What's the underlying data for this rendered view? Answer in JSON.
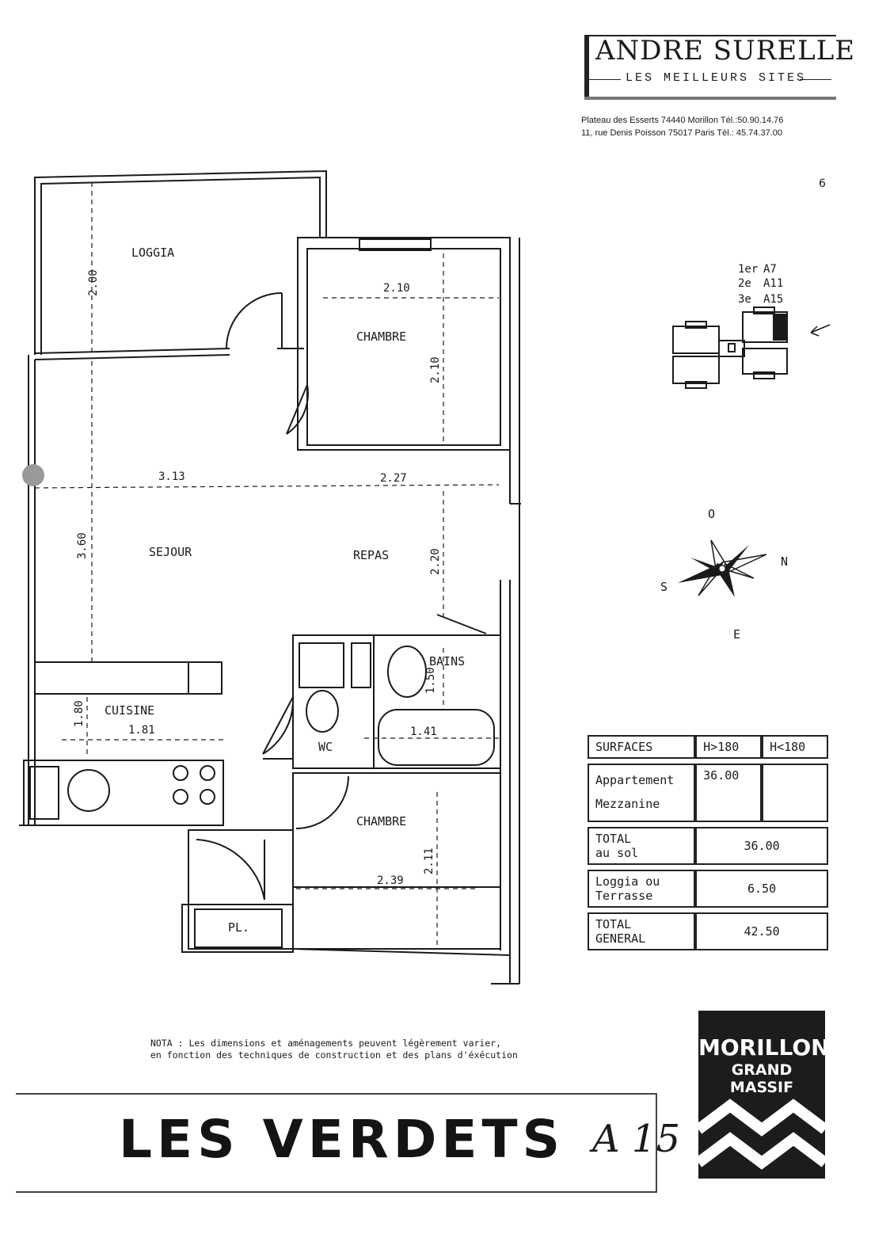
{
  "header": {
    "brand": "ANDRE SURELLE",
    "tagline": "LES MEILLEURS SITES",
    "address_1": "Plateau des Esserts 74440 Morillon Tél.:50.90.14.76",
    "address_2": "11, rue Denis Poisson 75017 Paris Tél.: 45.74.37.00",
    "page_number": "6"
  },
  "plan": {
    "rooms": {
      "loggia": "LOGGIA",
      "chambre_1": "CHAMBRE",
      "sejour": "SEJOUR",
      "repas": "REPAS",
      "cuisine": "CUISINE",
      "bains": "BAINS",
      "wc": "WC",
      "chambre_2": "CHAMBRE",
      "placard": "PL."
    },
    "dimensions": {
      "loggia_depth": "2.00",
      "chambre1_width": "2.10",
      "chambre1_depth": "2.10",
      "sejour_width": "3.13",
      "repas_width": "2.27",
      "sejour_depth": "3.60",
      "repas_depth": "2.20",
      "cuisine_depth": "1.80",
      "cuisine_width": "1.81",
      "bains_depth": "1.50",
      "bath_width": "1.41",
      "chambre2_width": "2.39",
      "chambre2_depth": "2.11"
    }
  },
  "key_plan": {
    "floors": [
      {
        "floor": "1er",
        "lot": "A7"
      },
      {
        "floor": "2e",
        "lot": "A11"
      },
      {
        "floor": "3e",
        "lot": "A15"
      }
    ]
  },
  "compass": {
    "o": "O",
    "n": "N",
    "s": "S",
    "e": "E"
  },
  "surfaces": {
    "header": {
      "label": "SURFACES",
      "col1": "H>180",
      "col2": "H<180"
    },
    "appartement": {
      "label": "Appartement",
      "value": "36.00"
    },
    "mezzanine": {
      "label": "Mezzanine"
    },
    "total_sol": {
      "label_1": "TOTAL",
      "label_2": "au sol",
      "value": "36.00"
    },
    "loggia": {
      "label_1": "Loggia ou",
      "label_2": "Terrasse",
      "value": "6.50"
    },
    "total_general": {
      "label_1": "TOTAL",
      "label_2": "GENERAL",
      "value": "42.50"
    }
  },
  "nota": {
    "line_1": "NOTA : Les dimensions et aménagements peuvent légèrement varier,",
    "line_2": "en fonction des techniques de construction et des plans d'éxécution"
  },
  "footer": {
    "title": "LES VERDETS",
    "lot": "A 15",
    "logo_line_1": "MORILLON",
    "logo_line_2": "GRAND MASSIF"
  }
}
